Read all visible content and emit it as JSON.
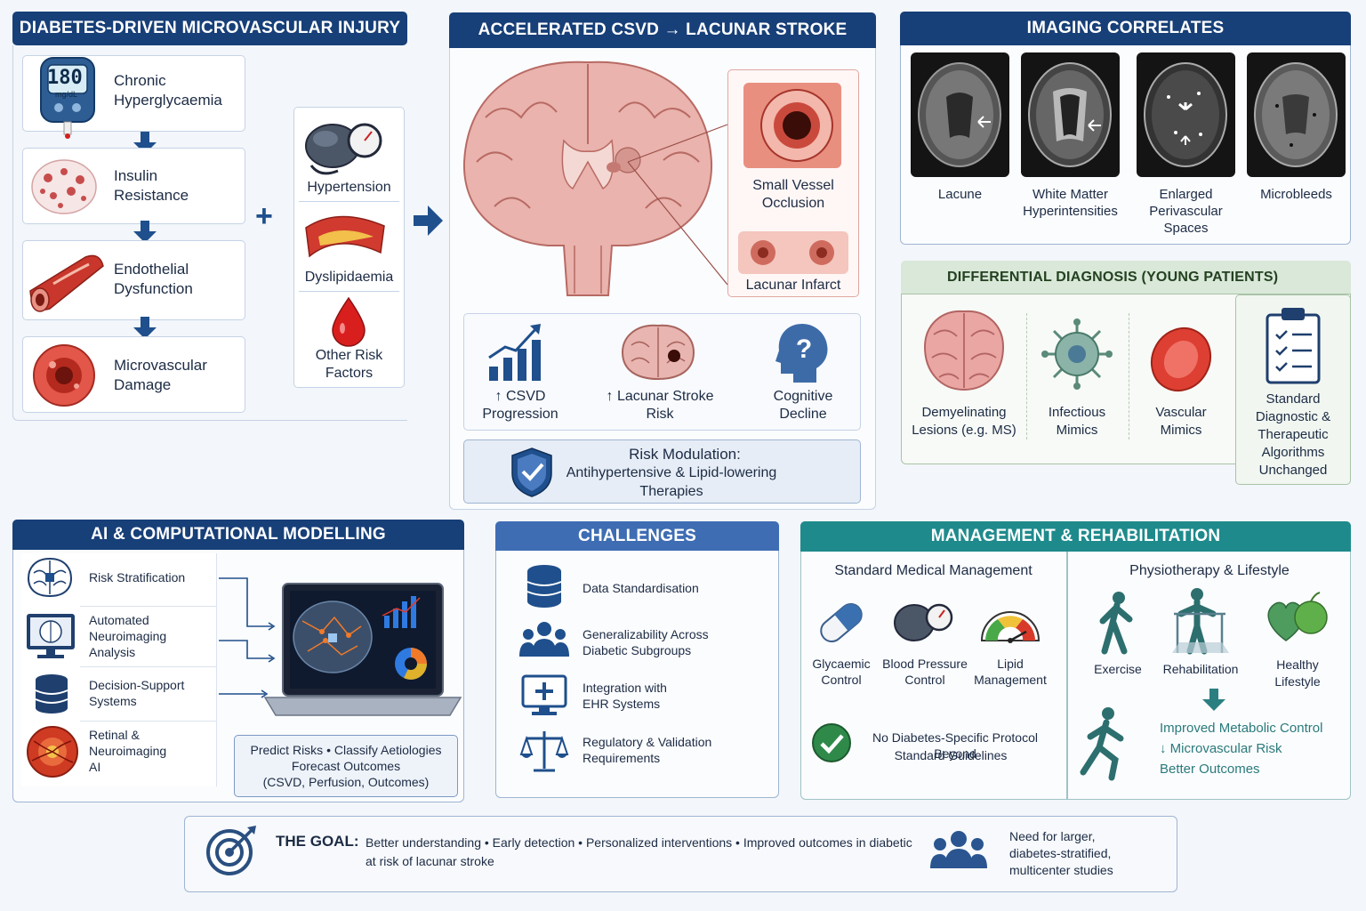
{
  "injury": {
    "title": "DIABETES-DRIVEN MICROVASCULAR INJURY",
    "glucose_reading": "180",
    "glucose_unit": "mg/dL",
    "steps": [
      {
        "line1": "Chronic",
        "line2": "Hyperglycaemia"
      },
      {
        "line1": "Insulin",
        "line2": "Resistance"
      },
      {
        "line1": "Endothelial",
        "line2": "Dysfunction"
      },
      {
        "line1": "Microvascular",
        "line2": "Damage"
      }
    ],
    "risk_factors": [
      {
        "label": "Hypertension"
      },
      {
        "label": "Dyslipidaemia"
      },
      {
        "line1": "Other Risk",
        "line2": "Factors"
      }
    ]
  },
  "csvd": {
    "title": "ACCELERATED CSVD → LACUNAR STROKE",
    "inset_top": {
      "line1": "Small Vessel",
      "line2": "Occlusion"
    },
    "inset_bottom": "Lacunar Infarct",
    "outcomes": [
      {
        "line1": "↑ CSVD",
        "line2": "Progression"
      },
      {
        "line1": "↑ Lacunar Stroke",
        "line2": "Risk"
      },
      {
        "line1": "Cognitive",
        "line2": "Decline"
      }
    ],
    "risk_mod_title": "Risk Modulation:",
    "risk_mod_line1": "Antihypertensive & Lipid-lowering",
    "risk_mod_line2": "Therapies"
  },
  "imaging": {
    "title": "IMAGING CORRELATES",
    "items": [
      {
        "line1": "Lacune"
      },
      {
        "line1": "White Matter",
        "line2": "Hyperintensities"
      },
      {
        "line1": "Enlarged",
        "line2": "Perivascular",
        "line3": "Spaces"
      },
      {
        "line1": "Microbleeds"
      }
    ]
  },
  "differential": {
    "title": "DIFFERENTIAL DIAGNOSIS (YOUNG PATIENTS)",
    "items": [
      {
        "line1": "Demyelinating",
        "line2": "Lesions (e.g. MS)"
      },
      {
        "line1": "Infectious",
        "line2": "Mimics"
      },
      {
        "line1": "Vascular",
        "line2": "Mimics"
      }
    ],
    "standard": [
      "Standard",
      "Diagnostic &",
      "Therapeutic",
      "Algorithms",
      "Unchanged"
    ]
  },
  "ai": {
    "title": "AI & COMPUTATIONAL MODELLING",
    "items": [
      {
        "line1": "Risk Stratification"
      },
      {
        "line1": "Automated",
        "line2": "Neuroimaging",
        "line3": "Analysis"
      },
      {
        "line1": "Decision-Support",
        "line2": "Systems"
      },
      {
        "line1": "Retinal &",
        "line2": "Neuroimaging",
        "line3": "AI"
      }
    ],
    "summary_line1": "Predict Risks • Classify Aetiologies",
    "summary_line2": "Forecast Outcomes",
    "summary_line3": "(CSVD, Perfusion, Outcomes)"
  },
  "challenges": {
    "title": "CHALLENGES",
    "items": [
      {
        "line1": "Data Standardisation"
      },
      {
        "line1": "Generalizability Across",
        "line2": "Diabetic Subgroups"
      },
      {
        "line1": "Integration with",
        "line2": "EHR Systems"
      },
      {
        "line1": "Regulatory & Validation",
        "line2": "Requirements"
      }
    ]
  },
  "management": {
    "title": "MANAGEMENT & REHABILITATION",
    "medical_title": "Standard Medical Management",
    "medical_items": [
      {
        "line1": "Glycaemic",
        "line2": "Control"
      },
      {
        "line1": "Blood Pressure",
        "line2": "Control"
      },
      {
        "line1": "Lipid",
        "line2": "Management"
      }
    ],
    "no_protocol_line1": "No Diabetes-Specific Protocol Beyond",
    "no_protocol_line2": "Standard Guidelines",
    "physio_title": "Physiotherapy & Lifestyle",
    "physio_items": [
      {
        "line1": "Exercise"
      },
      {
        "line1": "Rehabilitation"
      },
      {
        "line1": "Healthy",
        "line2": "Lifestyle"
      }
    ],
    "outcome_lines": [
      "Improved Metabolic Control",
      "↓ Microvascular Risk",
      "Better Outcomes"
    ]
  },
  "goal": {
    "label": "THE GOAL:",
    "text_line1": "Better understanding • Early detection • Personalized interventions • Improved outcomes in diabetic",
    "text_line2": "at risk of lacunar stroke",
    "need_line1": "Need for larger,",
    "need_line2": "diabetes-stratified,",
    "need_line3": "multicenter studies"
  },
  "colors": {
    "navy": "#173f78",
    "blue": "#3e6db3",
    "teal": "#1f8a8c",
    "green": "#d9e8d8",
    "accent_red": "#c8392b"
  }
}
